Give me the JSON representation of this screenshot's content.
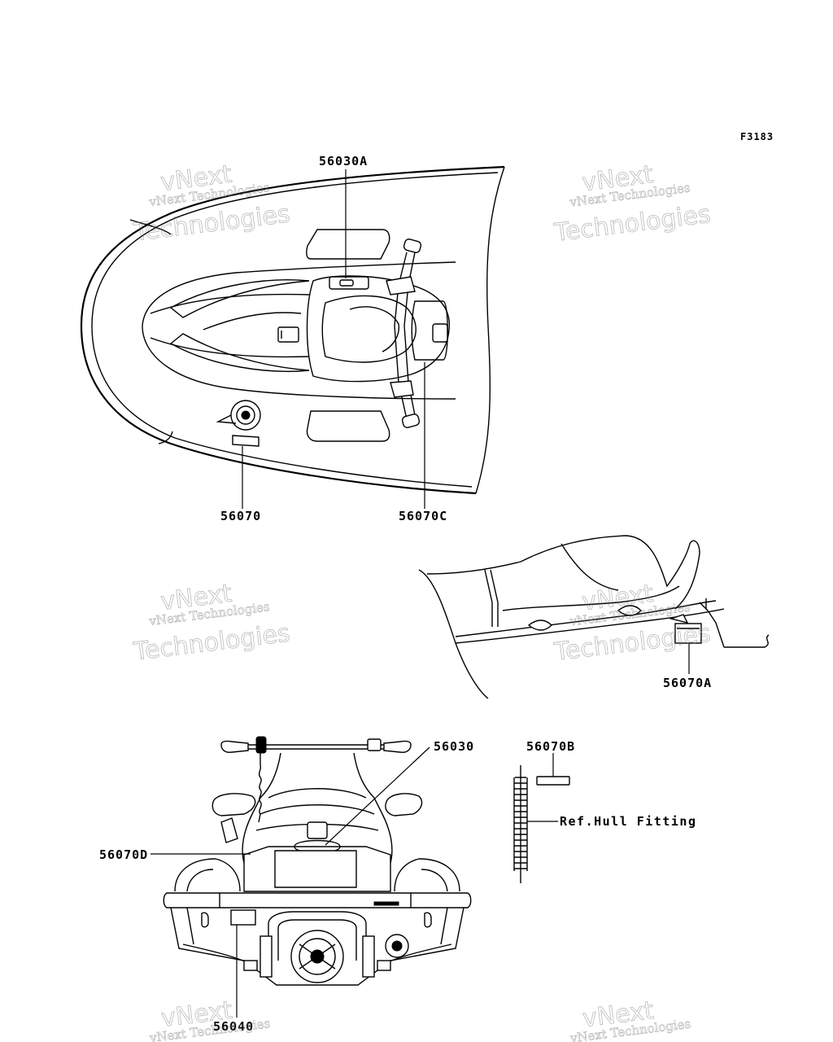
{
  "figure_code": "F3183",
  "watermark": {
    "line1": "vNext",
    "line2": "vNext Technologies",
    "line3": "Technologies"
  },
  "parts": [
    {
      "id": "56030A",
      "label": "56030A"
    },
    {
      "id": "56070",
      "label": "56070"
    },
    {
      "id": "56070C",
      "label": "56070C"
    },
    {
      "id": "56070A",
      "label": "56070A"
    },
    {
      "id": "56030",
      "label": "56030"
    },
    {
      "id": "56070B",
      "label": "56070B"
    },
    {
      "id": "56070D",
      "label": "56070D"
    },
    {
      "id": "56040",
      "label": "56040"
    }
  ],
  "reference_note": "Ref.Hull Fitting"
}
